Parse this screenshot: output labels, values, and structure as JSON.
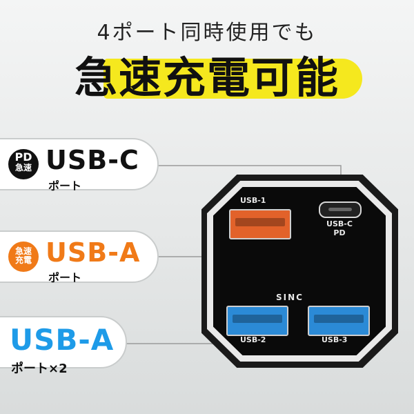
{
  "header": {
    "subtitle": "4ポート同時使用でも",
    "title": "急速充電可能"
  },
  "labels": {
    "usb_c": {
      "badge_line1": "PD",
      "badge_line2": "急速",
      "title": "USB-C",
      "sub": "ポート"
    },
    "usb_a_fast": {
      "badge_line1": "急速",
      "badge_line2": "充電",
      "title": "USB-A",
      "sub": "ポート"
    },
    "usb_a": {
      "title": "USB-A",
      "sub": "ポート×2"
    }
  },
  "charger": {
    "port1_label": "USB-1",
    "port_c_label_line1": "USB-C",
    "port_c_label_line2": "PD",
    "port2_label": "USB-2",
    "port3_label": "USB-3",
    "brand": "SINC"
  },
  "colors": {
    "accent_yellow": "#f5e81e",
    "fast_orange": "#f07a18",
    "usb_blue": "#1e9be8"
  }
}
